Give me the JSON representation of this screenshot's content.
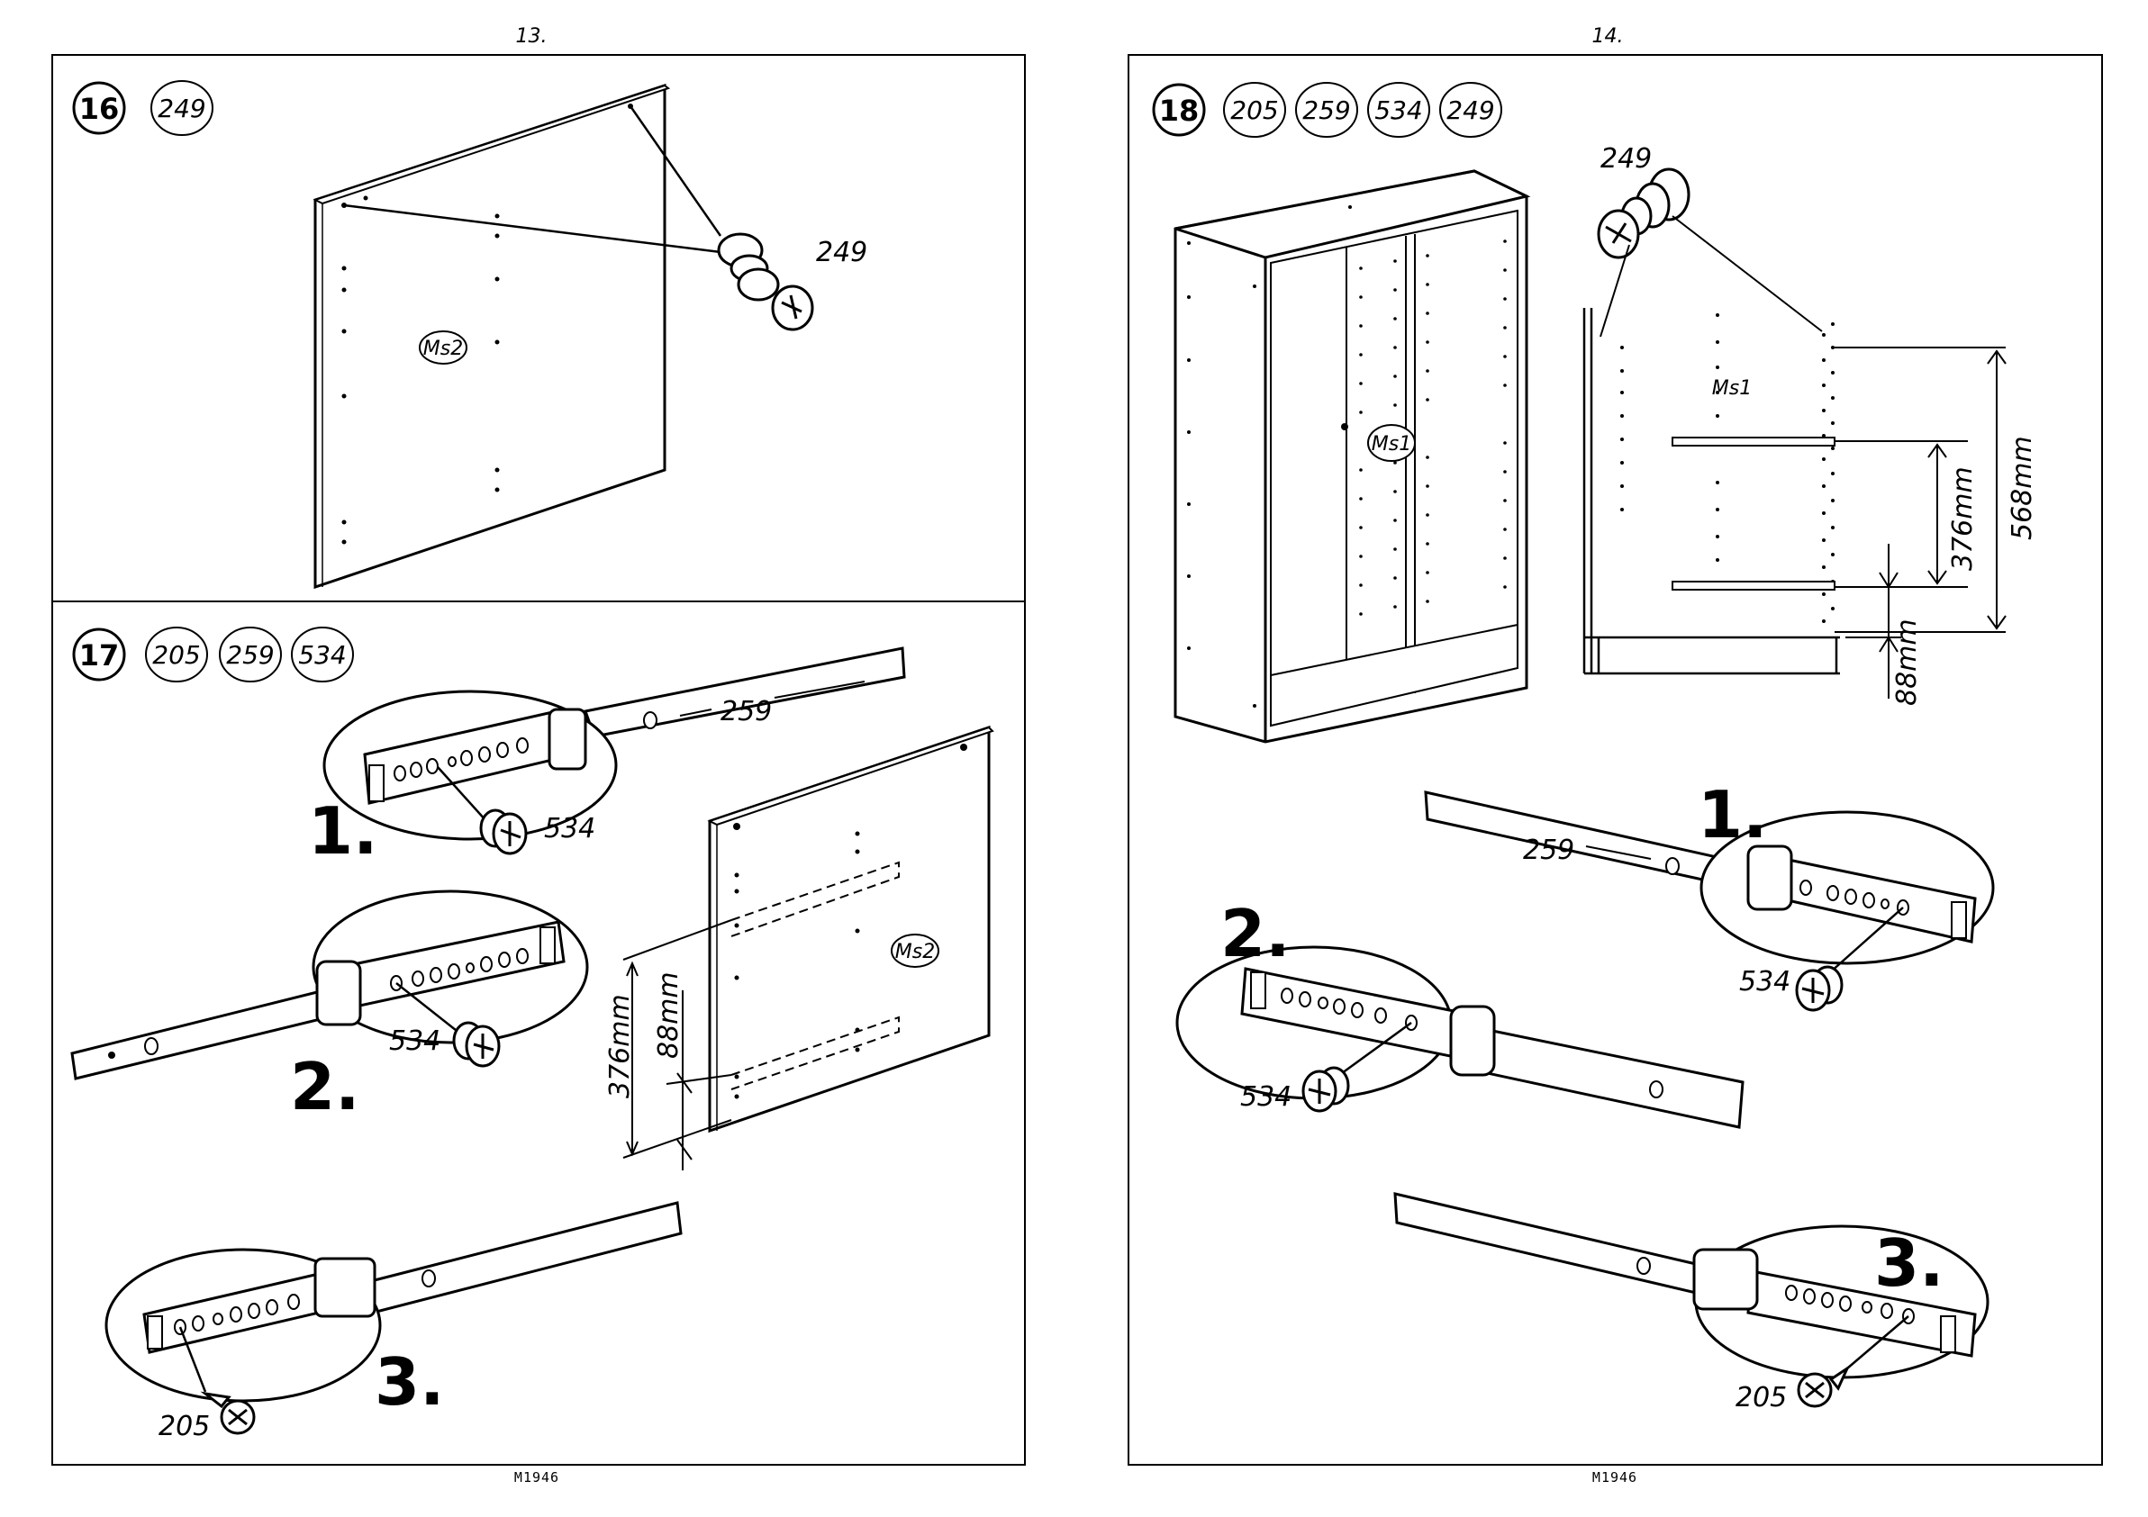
{
  "pages": [
    {
      "page_number": "13.",
      "doc_code": "M1946",
      "steps": [
        {
          "step": "16",
          "parts": [
            "249"
          ],
          "callouts": {
            "part": "249",
            "panel": "Ms2"
          }
        },
        {
          "step": "17",
          "parts": [
            "205",
            "259",
            "534"
          ],
          "callouts": {
            "rail": "259",
            "screw_1": "534",
            "screw_2": "534",
            "screw_3": "205",
            "panel": "Ms2",
            "dim_a": "376mm",
            "dim_b": "88mm",
            "sub_1": "1.",
            "sub_2": "2.",
            "sub_3": "3."
          }
        }
      ]
    },
    {
      "page_number": "14.",
      "doc_code": "M1946",
      "steps": [
        {
          "step": "18",
          "parts": [
            "205",
            "259",
            "534",
            "249"
          ],
          "callouts": {
            "top_part": "249",
            "panel_cabinet": "Ms1",
            "panel_side": "Ms1",
            "dim_a": "376mm",
            "dim_b": "568mm",
            "dim_c": "88mm",
            "rail": "259",
            "screw_1": "534",
            "screw_2": "534",
            "screw_3": "205",
            "sub_1": "1.",
            "sub_2": "2.",
            "sub_3": "3."
          }
        }
      ]
    }
  ]
}
